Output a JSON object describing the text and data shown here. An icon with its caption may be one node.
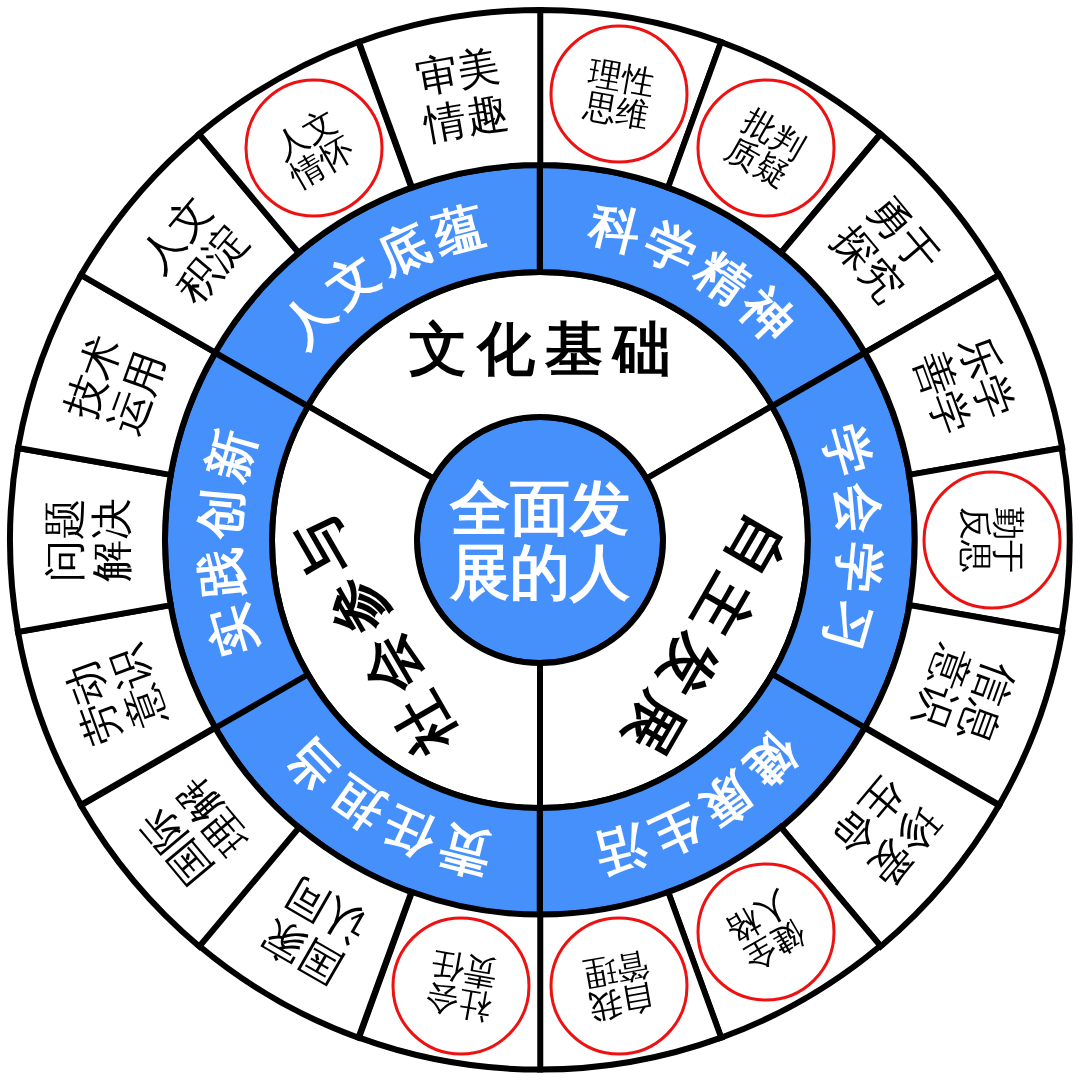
{
  "diagram": {
    "nodes": [
      {
        "text": [
          "全面发展的人"
        ]
      },
      {
        "text": [
          "文化基础"
        ]
      },
      {
        "text": [
          "自主发展"
        ]
      },
      {
        "text": [
          "社会参与"
        ]
      },
      {
        "text": [
          "人文底蕴"
        ]
      },
      {
        "text": [
          "科学精神"
        ]
      },
      {
        "text": [
          "学会学习"
        ]
      },
      {
        "text": [
          "健康生活"
        ]
      },
      {
        "text": [
          "责任担当"
        ]
      },
      {
        "text": [
          "实践创新"
        ]
      },
      {
        "text": [],
        "shape": "sector"
      },
      {
        "text": [
          "理性思维"
        ],
        "in": 10
      },
      {
        "text": [],
        "shape": "sector"
      },
      {
        "text": [
          "批判质疑"
        ],
        "in": 12
      },
      {
        "text": [
          "勇于探究"
        ]
      },
      {
        "text": [
          "乐学善学"
        ]
      },
      {
        "text": [],
        "shape": "sector"
      },
      {
        "text": [
          "勤于反思"
        ],
        "in": 16
      },
      {
        "text": [
          "信息意识"
        ]
      },
      {
        "text": [
          "珍爱生命"
        ]
      },
      {
        "text": [],
        "shape": "sector"
      },
      {
        "text": [
          "健全人格"
        ],
        "in": 20
      },
      {
        "text": [],
        "shape": "sector"
      },
      {
        "text": [
          "自我管理"
        ],
        "in": 22
      },
      {
        "text": [],
        "shape": "sector"
      },
      {
        "text": [
          "社会责任"
        ],
        "in": 24
      },
      {
        "text": [
          "国家认同"
        ]
      },
      {
        "text": [
          "国际理解"
        ]
      },
      {
        "text": [
          "劳动意识"
        ]
      },
      {
        "text": [
          "问题解决"
        ]
      },
      {
        "text": [
          "技术运用"
        ]
      },
      {
        "text": [
          "人文积淀"
        ]
      },
      {
        "text": [],
        "shape": "sector"
      },
      {
        "text": [
          "人文情怀"
        ],
        "in": 32
      },
      {
        "text": [
          "审美情趣"
        ]
      }
    ]
  }
}
